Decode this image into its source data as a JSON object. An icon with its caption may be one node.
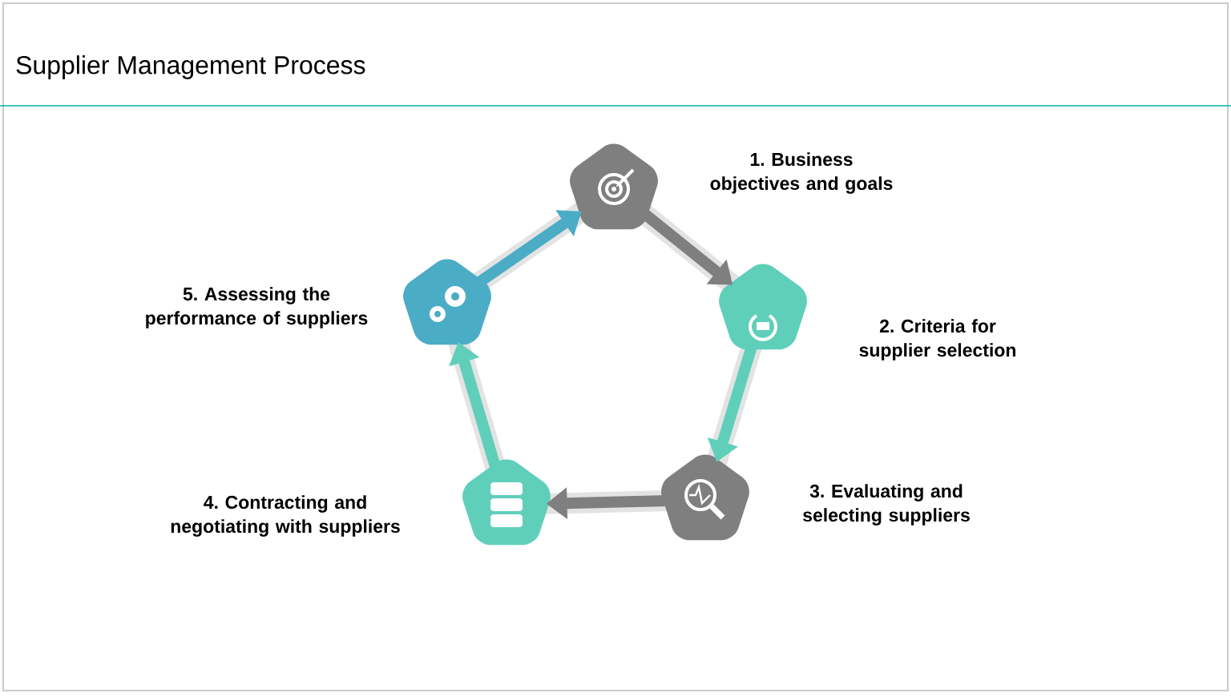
{
  "diagram": {
    "title": "Supplier Management Process",
    "nodes": [
      {
        "text": [],
        "shape": "pentagon",
        "beside": [
          "1. Business objectives and goals"
        ]
      },
      {
        "text": [],
        "shape": "pentagon",
        "beside": [
          "2. Criteria for supplier selection"
        ]
      },
      {
        "text": [],
        "shape": "pentagon",
        "beside": [
          "3. Evaluating and selecting suppliers"
        ]
      },
      {
        "text": [],
        "shape": "pentagon",
        "beside": [
          "4. Contracting and negotiating with suppliers"
        ]
      },
      {
        "text": [],
        "shape": "pentagon",
        "beside": [
          "5. Assessing the performance of suppliers"
        ]
      }
    ],
    "edges": [
      {
        "from": 0,
        "to": 1,
        "arrow": "to",
        "color": "#7f7f7f"
      },
      {
        "from": 1,
        "to": 2,
        "arrow": "to",
        "color": "#5fcfba"
      },
      {
        "from": 2,
        "to": 3,
        "arrow": "to",
        "color": "#7f7f7f"
      },
      {
        "from": 3,
        "to": 4,
        "arrow": "to",
        "color": "#5fcfba"
      },
      {
        "from": 4,
        "to": 0,
        "arrow": "to",
        "color": "#4bacc6"
      }
    ]
  }
}
